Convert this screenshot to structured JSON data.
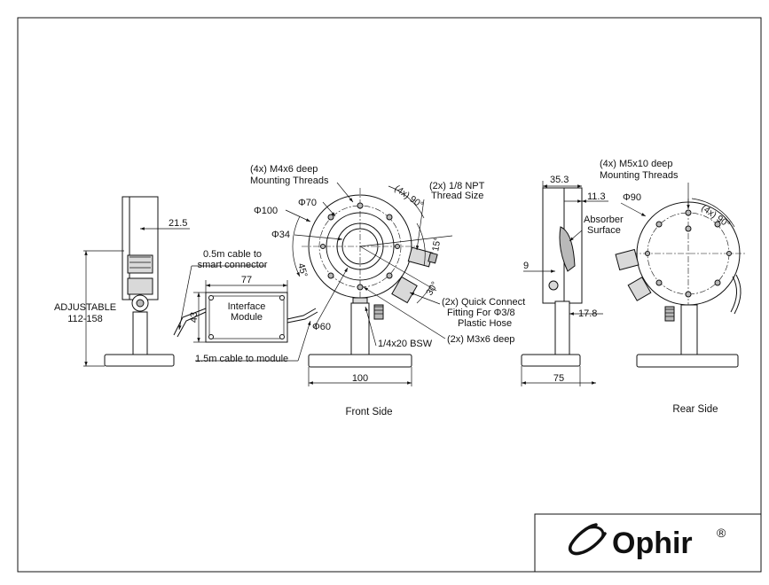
{
  "labels": {
    "adjustable": "ADJUSTABLE",
    "adjustable_range": "112-158",
    "dim_21_5": "21.5",
    "cable_05_line1": "0.5m cable to",
    "cable_05_line2": "smart connector",
    "dim_77": "77",
    "dim_43": "43",
    "interface_line1": "Interface",
    "interface_line2": "Module",
    "cable_15": "1.5m cable to module",
    "m4_line1": "(4x) M4x6 deep",
    "m4_line2": "Mounting Threads",
    "phi70": "Φ70",
    "phi100": "Φ100",
    "phi34": "Φ34",
    "phi60": "Φ60",
    "angle_4x90": "(4x) 90°",
    "angle_45": "45°",
    "angle_15": "15°",
    "angle_30": "30°",
    "npt_line1": "(2x) 1/8 NPT",
    "npt_line2": "Thread Size",
    "qc_line1": "(2x) Quick Connect",
    "qc_line2": "Fitting For Φ3/8",
    "qc_line3": "Plastic Hose",
    "m3": "(2x) M3x6 deep",
    "bsw": "1/4x20 BSW",
    "dim_100": "100",
    "front_side": "Front Side",
    "dim_35_3": "35.3",
    "dim_11_3": "11.3",
    "absorber_line1": "Absorber",
    "absorber_line2": "Surface",
    "dim_9": "9",
    "dim_17_8": "17.8",
    "dim_75": "75",
    "m5_line1": "(4x) M5x10 deep",
    "m5_line2": "Mounting Threads",
    "phi90": "Φ90",
    "rear_4x90": "(4x) 90°",
    "rear_side": "Rear Side"
  },
  "logo": {
    "text": "Ophir",
    "registered": "®"
  }
}
